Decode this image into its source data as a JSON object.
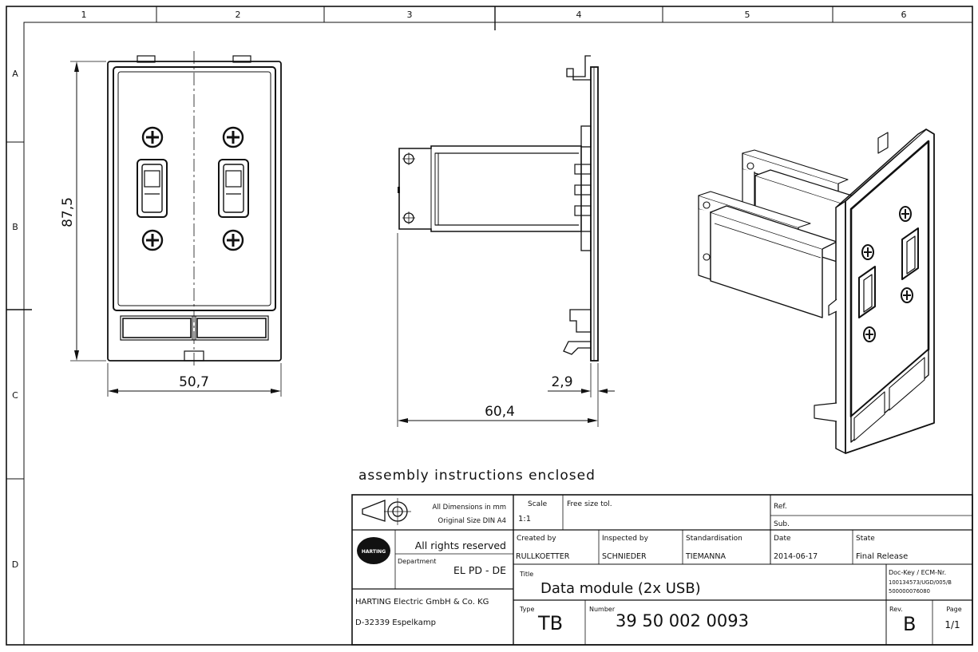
{
  "frame": {
    "zone_columns": [
      "1",
      "2",
      "3",
      "4",
      "5",
      "6"
    ],
    "zone_rows": [
      "A",
      "B",
      "C",
      "D"
    ]
  },
  "dimensions": {
    "height": "87,5",
    "width": "50,7",
    "depth": "60,4",
    "flange": "2,9"
  },
  "note": "assembly instructions enclosed",
  "title_block": {
    "dims_line1": "All Dimensions in mm",
    "dims_line2": "Original Size DIN A4",
    "rights": "All rights reserved",
    "department_label": "Department",
    "department": "EL PD - DE",
    "company": "HARTING Electric GmbH & Co. KG",
    "address": "D-32339 Espelkamp",
    "logo_text": "HARTING",
    "scale_label": "Scale",
    "scale": "1:1",
    "free_size_tol": "Free size tol.",
    "ref_label": "Ref.",
    "sub_label": "Sub.",
    "created_by_label": "Created by",
    "created_by": "RULLKOETTER",
    "inspected_by_label": "Inspected by",
    "inspected_by": "SCHNIEDER",
    "standardisation_label": "Standardisation",
    "standardisation": "TIEMANNA",
    "date_label": "Date",
    "date": "2014-06-17",
    "state_label": "State",
    "state": "Final Release",
    "title_label": "Title",
    "title": "Data module (2x USB)",
    "doc_key_label": "Doc-Key / ECM-Nr.",
    "doc_key_1": "100134573/UGD/005/B",
    "doc_key_2": "500000076080",
    "type_label": "Type",
    "type": "TB",
    "number_label": "Number",
    "number": "39 50 002 0093",
    "rev_label": "Rev.",
    "rev": "B",
    "page_label": "Page",
    "page": "1/1"
  }
}
